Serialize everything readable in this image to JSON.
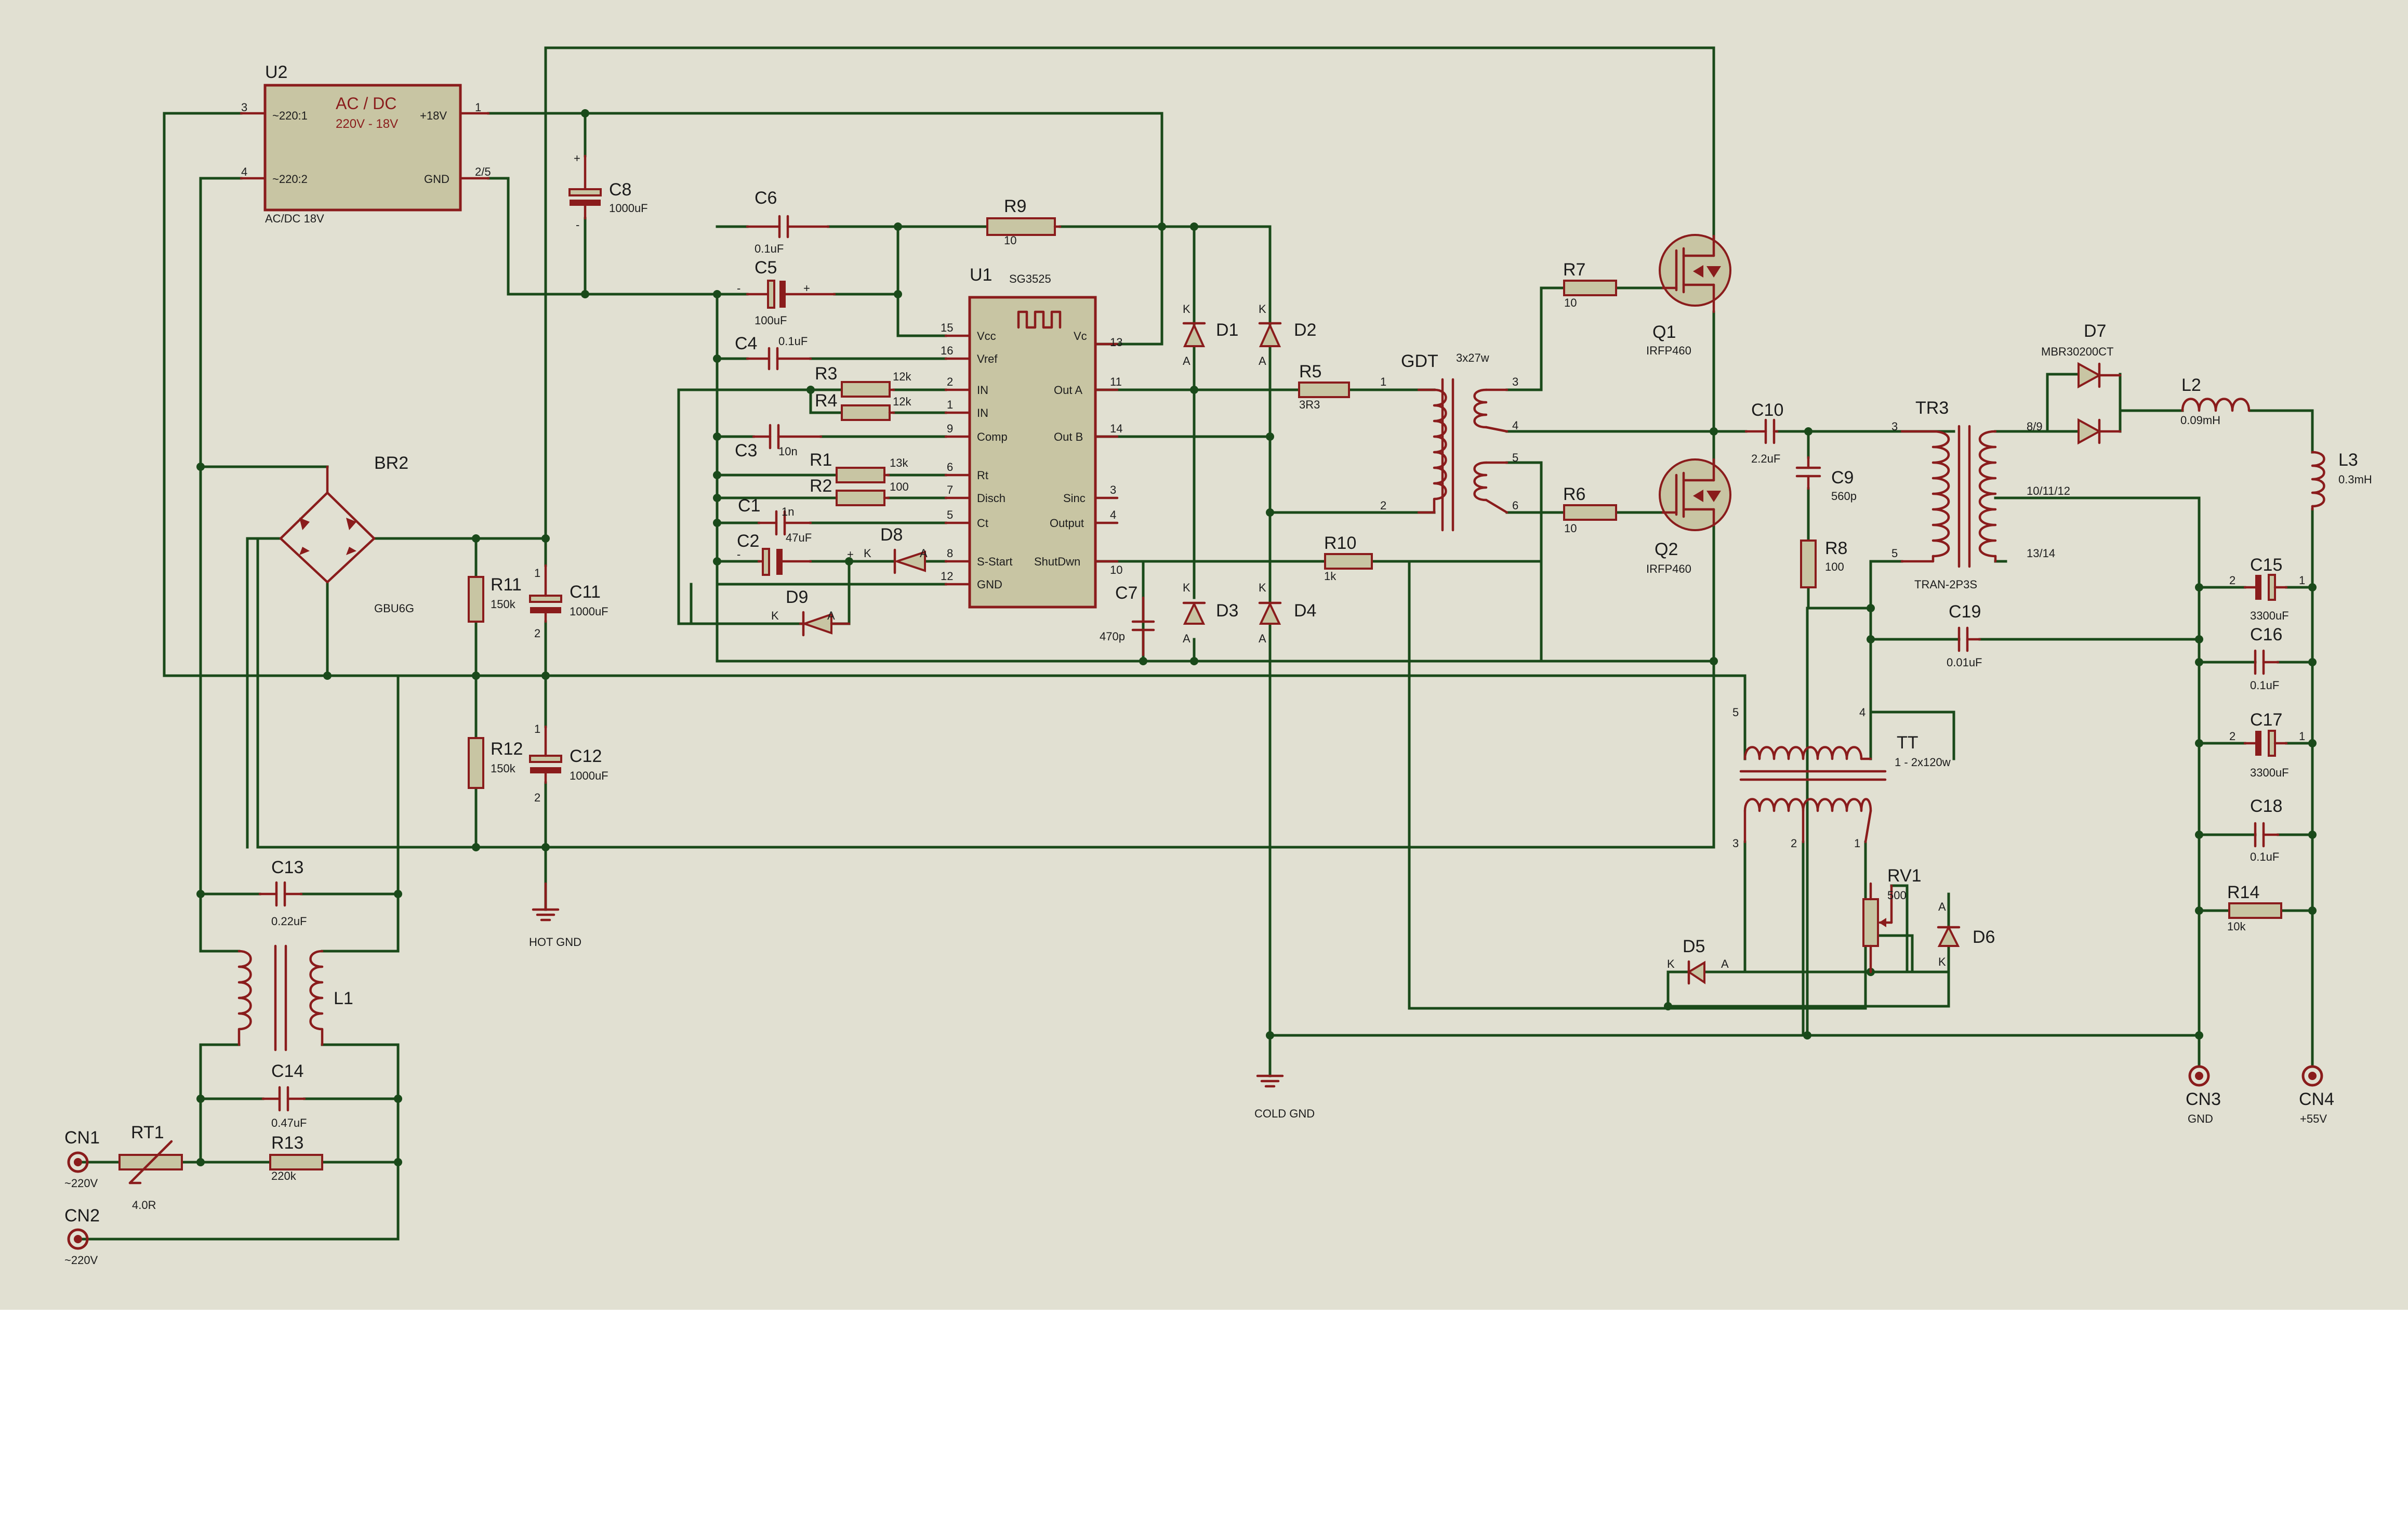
{
  "components": {
    "U2": {
      "ref": "U2",
      "title": "AC / DC",
      "subtitle": "220V - 18V",
      "value": "AC/DC 18V",
      "pins": {
        "p1": "~220:1",
        "p2": "~220:2",
        "p3": "+18V",
        "p4": "GND",
        "n3": "3",
        "n4": "4",
        "n1": "1",
        "n25": "2/5"
      }
    },
    "C8": {
      "ref": "C8",
      "value": "1000uF",
      "plus": "+",
      "minus": "-"
    },
    "C6": {
      "ref": "C6",
      "value": "0.1uF"
    },
    "C5": {
      "ref": "C5",
      "value": "100uF",
      "plus": "+",
      "minus": "-"
    },
    "C4": {
      "ref": "C4",
      "value": "0.1uF"
    },
    "C3": {
      "ref": "C3",
      "value": "10n"
    },
    "C1": {
      "ref": "C1",
      "value": "1n"
    },
    "C2": {
      "ref": "C2",
      "value": "47uF",
      "plus": "+",
      "minus": "-"
    },
    "R9": {
      "ref": "R9",
      "value": "10"
    },
    "R3": {
      "ref": "R3",
      "value": "12k"
    },
    "R4": {
      "ref": "R4",
      "value": "12k"
    },
    "R1": {
      "ref": "R1",
      "value": "13k"
    },
    "R2": {
      "ref": "R2",
      "value": "100"
    },
    "D8": {
      "ref": "D8",
      "k": "K",
      "a": "A"
    },
    "D9": {
      "ref": "D9",
      "k": "K",
      "a": "A"
    },
    "U1": {
      "ref": "U1",
      "value": "SG3525",
      "left": [
        "Vcc",
        "Vref",
        "IN",
        "IN",
        "Comp",
        "Rt",
        "Disch",
        "Ct",
        "S-Start",
        "GND"
      ],
      "left_nums": [
        "15",
        "16",
        "2",
        "1",
        "9",
        "6",
        "7",
        "5",
        "8",
        "12"
      ],
      "right": [
        "Vc",
        "Out A",
        "Out B",
        "Sinc",
        "Output",
        "ShutDwn"
      ],
      "right_nums": [
        "13",
        "11",
        "14",
        "3",
        "4",
        "10"
      ]
    },
    "C7": {
      "ref": "C7",
      "value": "470p"
    },
    "D1": {
      "ref": "D1",
      "k": "K",
      "a": "A"
    },
    "D2": {
      "ref": "D2",
      "k": "K",
      "a": "A"
    },
    "D3": {
      "ref": "D3",
      "k": "K",
      "a": "A"
    },
    "D4": {
      "ref": "D4",
      "k": "K",
      "a": "A"
    },
    "R5": {
      "ref": "R5",
      "value": "3R3"
    },
    "R10": {
      "ref": "R10",
      "value": "1k"
    },
    "GDT": {
      "ref": "GDT",
      "value": "3x27w",
      "pins": [
        "1",
        "2",
        "3",
        "4",
        "5",
        "6"
      ]
    },
    "R7": {
      "ref": "R7",
      "value": "10"
    },
    "R6": {
      "ref": "R6",
      "value": "10"
    },
    "Q1": {
      "ref": "Q1",
      "value": "IRFP460"
    },
    "Q2": {
      "ref": "Q2",
      "value": "IRFP460"
    },
    "C10": {
      "ref": "C10",
      "value": "2.2uF"
    },
    "C9": {
      "ref": "C9",
      "value": "560p"
    },
    "R8": {
      "ref": "R8",
      "value": "100"
    },
    "TR3": {
      "ref": "TR3",
      "value": "TRAN-2P3S",
      "pins": [
        "3",
        "5",
        "8/9",
        "10/11/12",
        "13/14"
      ]
    },
    "D7": {
      "ref": "D7",
      "value": "MBR30200CT"
    },
    "L2": {
      "ref": "L2",
      "value": "0.09mH"
    },
    "L3": {
      "ref": "L3",
      "value": "0.3mH"
    },
    "C15": {
      "ref": "C15",
      "value": "3300uF",
      "p2": "2",
      "p1": "1"
    },
    "C16": {
      "ref": "C16",
      "value": "0.1uF"
    },
    "C17": {
      "ref": "C17",
      "value": "3300uF",
      "p2": "2",
      "p1": "1"
    },
    "C18": {
      "ref": "C18",
      "value": "0.1uF"
    },
    "C19": {
      "ref": "C19",
      "value": "0.01uF"
    },
    "R14": {
      "ref": "R14",
      "value": "10k"
    },
    "BR2": {
      "ref": "BR2",
      "value": "GBU6G"
    },
    "R11": {
      "ref": "R11",
      "value": "150k"
    },
    "R12": {
      "ref": "R12",
      "value": "150k"
    },
    "C11": {
      "ref": "C11",
      "value": "1000uF",
      "p1": "1",
      "p2": "2"
    },
    "C12": {
      "ref": "C12",
      "value": "1000uF",
      "p1": "1",
      "p2": "2"
    },
    "HOTGND": {
      "label": "HOT GND"
    },
    "COLDGND": {
      "label": "COLD GND"
    },
    "TT": {
      "ref": "TT",
      "value": "1 - 2x120w",
      "pins": [
        "5",
        "4",
        "3",
        "2",
        "1"
      ]
    },
    "RV1": {
      "ref": "RV1",
      "value": "500"
    },
    "D5": {
      "ref": "D5",
      "k": "K",
      "a": "A"
    },
    "D6": {
      "ref": "D6",
      "k": "K",
      "a": "A"
    },
    "C13": {
      "ref": "C13",
      "value": "0.22uF"
    },
    "L1": {
      "ref": "L1"
    },
    "C14": {
      "ref": "C14",
      "value": "0.47uF"
    },
    "R13": {
      "ref": "R13",
      "value": "220k"
    },
    "RT1": {
      "ref": "RT1",
      "value": "4.0R"
    },
    "CN1": {
      "ref": "CN1",
      "value": "~220V"
    },
    "CN2": {
      "ref": "CN2",
      "value": "~220V"
    },
    "CN3": {
      "ref": "CN3",
      "value": "GND"
    },
    "CN4": {
      "ref": "CN4",
      "value": "+55V"
    }
  },
  "colors": {
    "sheet": "#e1e0d2",
    "wire": "#1a4a1a",
    "component": "#8a1c1c",
    "body_fill": "#c8c5a3"
  }
}
